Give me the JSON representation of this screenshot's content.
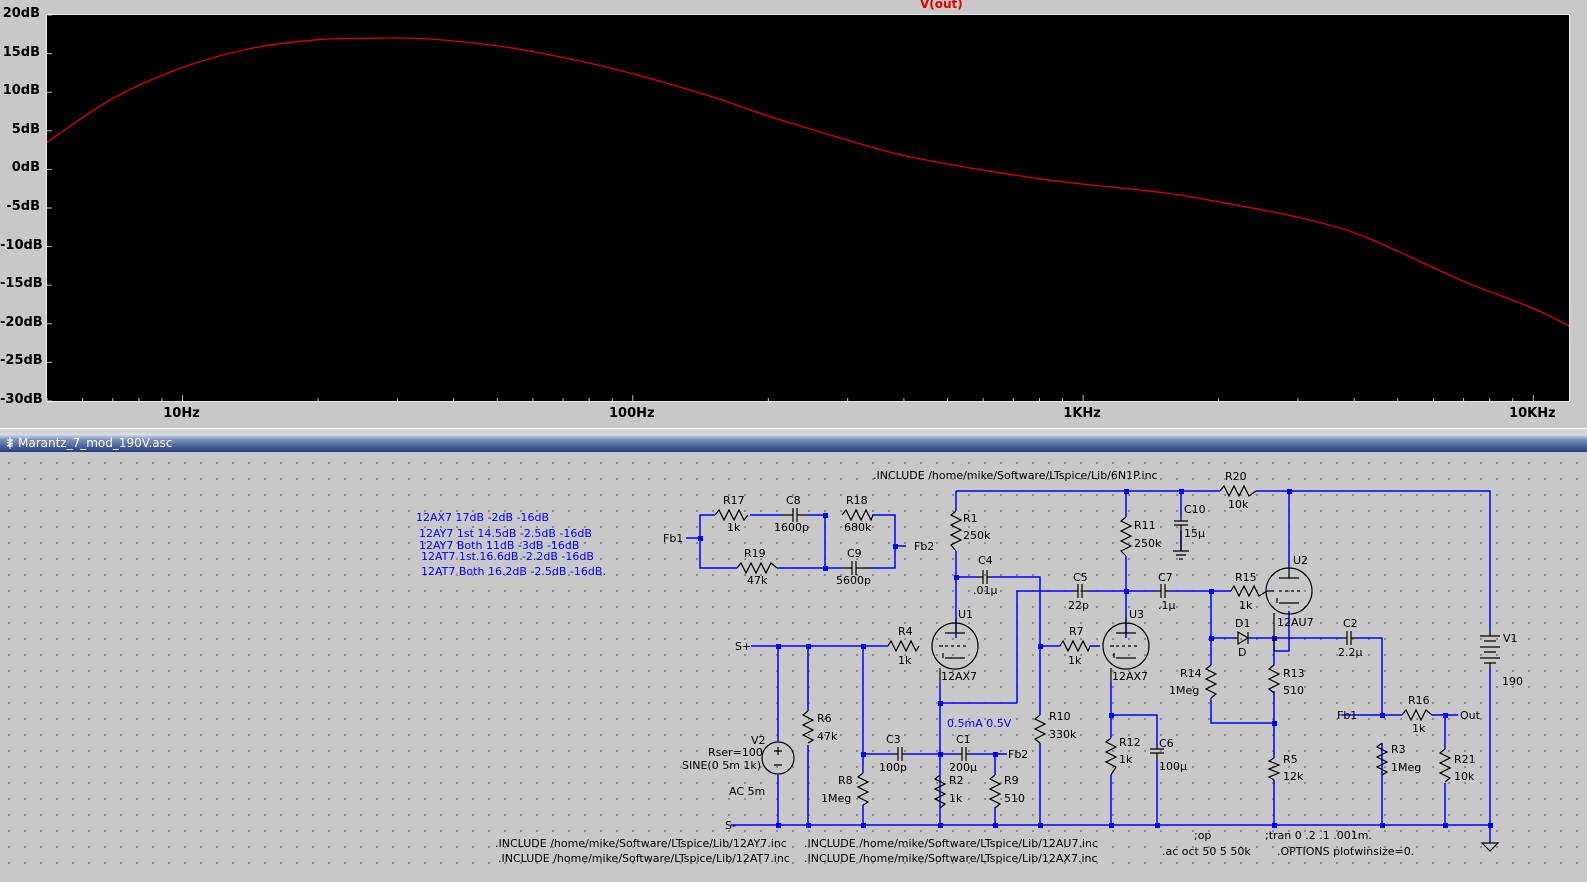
{
  "plot": {
    "trace_label": "V(out)",
    "trace_color": "#e00000",
    "y_ticks": [
      "20dB",
      "15dB",
      "10dB",
      "5dB",
      "0dB",
      "-5dB",
      "-10dB",
      "-15dB",
      "-20dB",
      "-25dB",
      "-30dB"
    ],
    "x_ticks": [
      "10Hz",
      "100Hz",
      "1KHz",
      "10KHz"
    ]
  },
  "chart_data": {
    "type": "line",
    "title": "V(out)",
    "xlabel": "",
    "ylabel": "",
    "x_scale": "log",
    "xlim": [
      5,
      12000
    ],
    "ylim": [
      -30,
      20
    ],
    "series": [
      {
        "name": "V(out)",
        "x": [
          5,
          7,
          10,
          14,
          20,
          27,
          35,
          50,
          70,
          100,
          150,
          200,
          300,
          400,
          600,
          800,
          1000,
          1500,
          2000,
          3000,
          4000,
          5000,
          7000,
          10000,
          12000
        ],
        "y": [
          3.5,
          9.2,
          13.2,
          15.6,
          16.8,
          17.0,
          16.9,
          16.0,
          14.5,
          12.4,
          9.4,
          6.9,
          3.8,
          1.8,
          -0.1,
          -1.2,
          -1.9,
          -3.0,
          -4.2,
          -6.2,
          -8.2,
          -10.6,
          -14.5,
          -18.0,
          -20.3
        ]
      }
    ]
  },
  "window": {
    "title": "Marantz_7_mod_190V.asc"
  },
  "schematic": {
    "notes": {
      "n1": "12AX7 17dB -2dB -16dB",
      "n2": "12AY7 1st 14.5dB -2.5dB -16dB",
      "n3": "12AY7 Both 11dB -3dB -16dB",
      "n4": "12AT7 1st.16.6dB -2.2dB -16dB",
      "n5": "12AT7 Both 16.2dB -2.5dB -16dB.",
      "op": "0.5mA 0.5V"
    },
    "directives": {
      "inc_6n1p": ".INCLUDE /home/mike/Software/LTspice/Lib/6N1P.inc",
      "inc_12ay7": ".INCLUDE /home/mike/Software/LTspice/Lib/12AY7.inc",
      "inc_12at7": ".INCLUDE /home/mike/Software/LTspice/Lib/12AT7.inc",
      "inc_12au7": ".INCLUDE /home/mike/Software/LTspice/Lib/12AU7.inc",
      "inc_12ax7": ".INCLUDE /home/mike/Software/LTspice/Lib/12AX7.inc",
      "op_cmd": ";op",
      "ac_cmd": ".ac oct 50 5 50k",
      "tran_cmd": ";tran 0 .2 .1 .001m.",
      "options_cmd": ".OPTIONS plotwinsize=0."
    },
    "nets": {
      "fb1_a": "Fb1",
      "fb2_a": "Fb2",
      "fb2_b": "Fb2",
      "fb1_b": "Fb1",
      "s_plus": "S+",
      "s_minus": "S-",
      "out": "Out"
    },
    "components": {
      "R17": {
        "name": "R17",
        "value": "1k"
      },
      "C8": {
        "name": "C8",
        "value": "1600p"
      },
      "R18": {
        "name": "R18",
        "value": "680k"
      },
      "R19": {
        "name": "R19",
        "value": "47k"
      },
      "C9": {
        "name": "C9",
        "value": "5600p"
      },
      "R1": {
        "name": "R1",
        "value": "250k"
      },
      "C4": {
        "name": "C4",
        "value": ".01µ"
      },
      "U1": {
        "name": "U1",
        "value": "12AX7"
      },
      "R4": {
        "name": "R4",
        "value": "1k"
      },
      "R6": {
        "name": "R6",
        "value": "47k"
      },
      "V2": {
        "name": "V2",
        "value": "Rser=100",
        "extra": "SINE(0 5m 1k)",
        "ac": "AC 5m"
      },
      "R8": {
        "name": "R8",
        "value": "1Meg"
      },
      "C3": {
        "name": "C3",
        "value": "100p"
      },
      "C1": {
        "name": "C1",
        "value": "200µ"
      },
      "R2": {
        "name": "R2",
        "value": "1k"
      },
      "R9": {
        "name": "R9",
        "value": "510"
      },
      "R10": {
        "name": "R10",
        "value": "330k"
      },
      "C5": {
        "name": "C5",
        "value": "22p"
      },
      "R7": {
        "name": "R7",
        "value": "1k"
      },
      "R11": {
        "name": "R11",
        "value": "250k"
      },
      "C10": {
        "name": "C10",
        "value": "15µ"
      },
      "U3": {
        "name": "U3",
        "value": "12AX7"
      },
      "R12": {
        "name": "R12",
        "value": "1k"
      },
      "C6": {
        "name": "C6",
        "value": "100µ"
      },
      "C7": {
        "name": "C7",
        "value": ".1µ"
      },
      "R20": {
        "name": "R20",
        "value": "10k"
      },
      "R15": {
        "name": "R15",
        "value": "1k"
      },
      "U2": {
        "name": "U2",
        "value": "12AU7"
      },
      "D1": {
        "name": "D1",
        "value": "D"
      },
      "R14": {
        "name": "R14",
        "value": "1Meg"
      },
      "R13": {
        "name": "R13",
        "value": "510"
      },
      "R5": {
        "name": "R5",
        "value": "12k"
      },
      "C2": {
        "name": "C2",
        "value": "2.2µ"
      },
      "R16": {
        "name": "R16",
        "value": "1k"
      },
      "R3": {
        "name": "R3",
        "value": "1Meg"
      },
      "R21": {
        "name": "R21",
        "value": "10k"
      },
      "V1": {
        "name": "V1",
        "value": "190"
      }
    }
  },
  "colors": {
    "wire": "#0000ff",
    "component": "#000000",
    "comment": "#0000ff",
    "plot_bg": "#000000"
  }
}
